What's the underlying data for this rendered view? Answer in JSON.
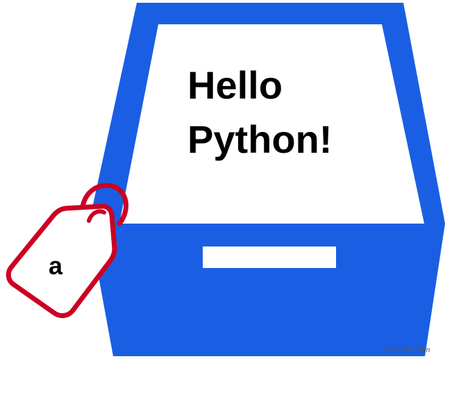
{
  "box": {
    "content_line_1": "Hello",
    "content_line_2": "Python!",
    "color": "#1a5fe3",
    "paper_color": "#ffffff"
  },
  "tag": {
    "label": "a",
    "color": "#cc0022"
  },
  "signature": "Kristen Chan"
}
